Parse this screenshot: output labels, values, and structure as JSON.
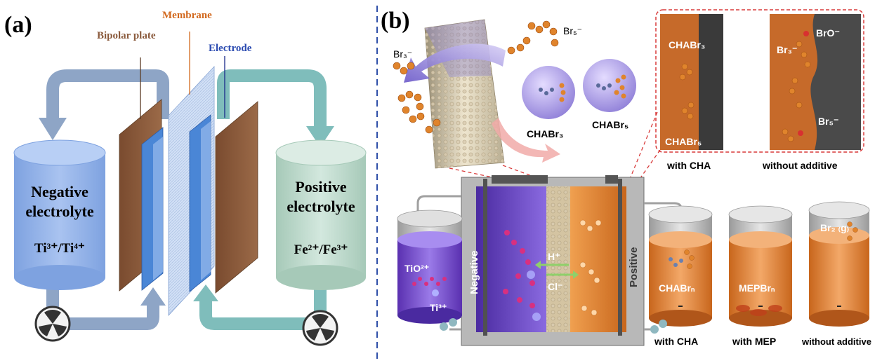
{
  "panel_a": {
    "label": "(a)",
    "bipolar_plate": "Bipolar plate",
    "membrane": "Membrane",
    "electrode": "Electrode",
    "negative_title_1": "Negative",
    "negative_title_2": "electrolyte",
    "negative_couple": "Ti³⁺/Ti⁴⁺",
    "positive_title_1": "Positive",
    "positive_title_2": "electrolyte",
    "positive_couple": "Fe²⁺/Fe³⁺",
    "colors": {
      "negative_tank": "#8fb0e8",
      "positive_tank": "#b9d6c9",
      "neg_pipe": "#8ea5c6",
      "pos_pipe": "#7fbdbb",
      "plate": "#8a5a3c",
      "electrode": "#4a86d6",
      "membrane": "#c9d9f3"
    }
  },
  "panel_b": {
    "label": "(b)",
    "br5": "Br₅⁻",
    "br3": "Br₃⁻",
    "chabr3": "CHABr₃",
    "chabr5": "CHABr₅",
    "inset_chabr3": "CHABr₃",
    "inset_chabr5": "CHABr₅",
    "inset_bro": "BrO⁻",
    "inset_br3": "Br₃⁻",
    "inset_br5": "Br₅⁻",
    "with_cha_top": "with CHA",
    "without_additive_top": "without additive",
    "negative": "Negative",
    "positive": "Positive",
    "h_plus": "H⁺",
    "cl_minus": "Cl⁻",
    "tio2": "TiO²⁺",
    "ti3": "Ti³⁺",
    "chabrn": "CHABrₙ",
    "mepbrn": "MEPBrₙ",
    "br2g": "Br₂ ₍g₎",
    "with_cha_bottom": "with CHA",
    "with_mep": "with MEP",
    "without_additive_bottom": "without additive",
    "colors": {
      "purple": "#6f4bd0",
      "orange": "#e0802a",
      "divider": "#2f4fa8",
      "inset_border": "#d83a3a"
    }
  }
}
